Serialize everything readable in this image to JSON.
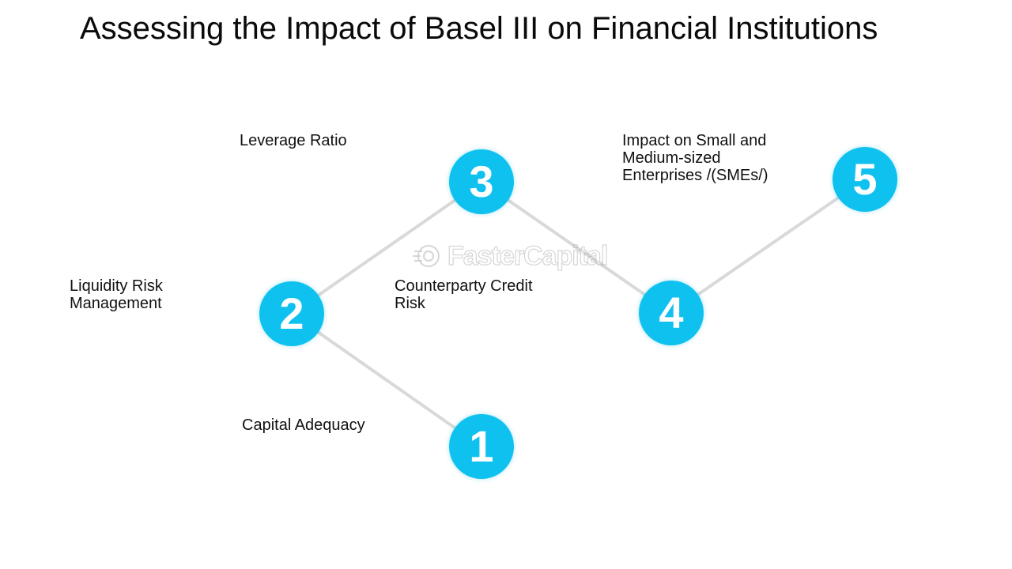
{
  "title": "Assessing the Impact of Basel III on Financial Institutions",
  "accent_color": "#0fc1ef",
  "connector_color": "#d9d9d9",
  "watermark": {
    "text": "FasterCapital",
    "icon": "gear-icon"
  },
  "steps": [
    {
      "number": "1",
      "label": "Capital Adequacy"
    },
    {
      "number": "2",
      "label": "Liquidity Risk\nManagement"
    },
    {
      "number": "3",
      "label": "Leverage Ratio"
    },
    {
      "number": "4",
      "label": "Counterparty Credit\nRisk"
    },
    {
      "number": "5",
      "label": "Impact on Small and\nMedium-sized\nEnterprises /(SMEs/)"
    }
  ]
}
